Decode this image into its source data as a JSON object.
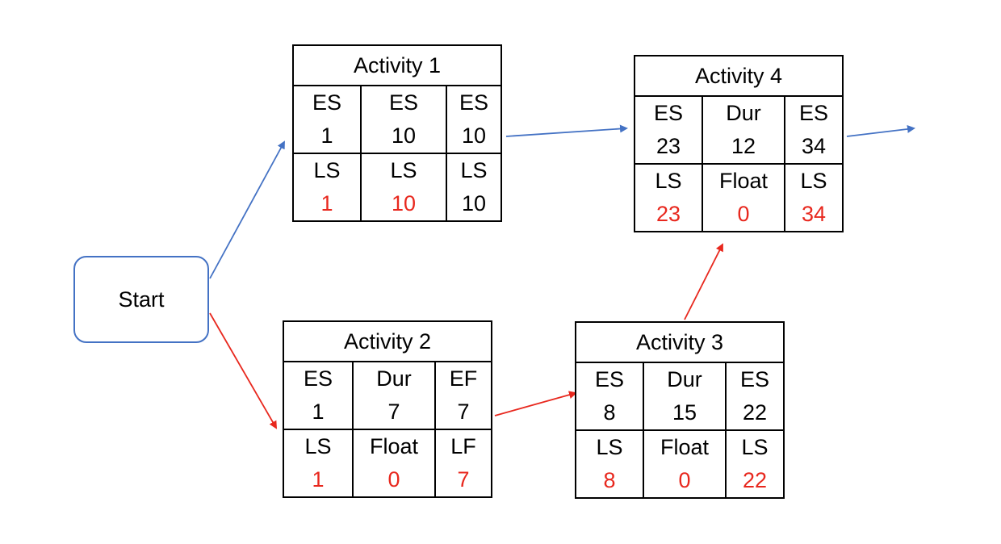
{
  "start": {
    "label": "Start"
  },
  "colors": {
    "normal_arrow": "#4472c4",
    "critical_arrow": "#e8281e",
    "critical_value": "#e8281e"
  },
  "activities": [
    {
      "title": "Activity 1",
      "top": [
        {
          "label": "ES",
          "value": "1"
        },
        {
          "label": "ES",
          "value": "10"
        },
        {
          "label": "ES",
          "value": "10"
        }
      ],
      "bottom": [
        {
          "label": "LS",
          "value": "1"
        },
        {
          "label": "LS",
          "value": "10"
        },
        {
          "label": "LS",
          "value": "10"
        }
      ]
    },
    {
      "title": "Activity 2",
      "top": [
        {
          "label": "ES",
          "value": "1"
        },
        {
          "label": "Dur",
          "value": "7"
        },
        {
          "label": "EF",
          "value": "7"
        }
      ],
      "bottom": [
        {
          "label": "LS",
          "value": "1"
        },
        {
          "label": "Float",
          "value": "0"
        },
        {
          "label": "LF",
          "value": "7"
        }
      ]
    },
    {
      "title": "Activity 3",
      "top": [
        {
          "label": "ES",
          "value": "8"
        },
        {
          "label": "Dur",
          "value": "15"
        },
        {
          "label": "ES",
          "value": "22"
        }
      ],
      "bottom": [
        {
          "label": "LS",
          "value": "8"
        },
        {
          "label": "Float",
          "value": "0"
        },
        {
          "label": "LS",
          "value": "22"
        }
      ]
    },
    {
      "title": "Activity 4",
      "top": [
        {
          "label": "ES",
          "value": "23"
        },
        {
          "label": "Dur",
          "value": "12"
        },
        {
          "label": "ES",
          "value": "34"
        }
      ],
      "bottom": [
        {
          "label": "LS",
          "value": "23"
        },
        {
          "label": "Float",
          "value": "0"
        },
        {
          "label": "LS",
          "value": "34"
        }
      ]
    }
  ]
}
